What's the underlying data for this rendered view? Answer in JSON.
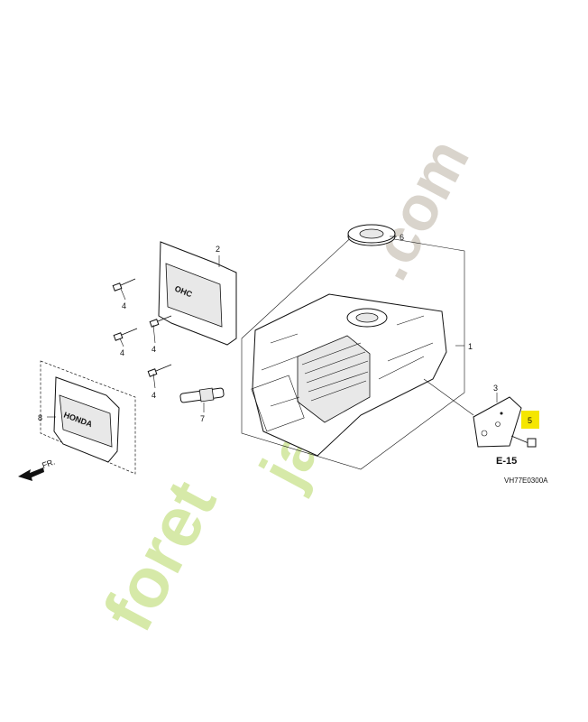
{
  "callouts": {
    "c1": "1",
    "c2": "2",
    "c3": "3",
    "c4a": "4",
    "c4b": "4",
    "c4c": "4",
    "c4d": "4",
    "c5": "5",
    "c6": "6",
    "c7": "7",
    "c8": "8"
  },
  "labels": {
    "ohc": "OHC",
    "honda": "HONDA",
    "front": "FR.",
    "ref": "E-15",
    "diagram_code": "VH77E0300A"
  },
  "watermark": {
    "part1": "foret",
    "part2": "jardin",
    "part3": ".com",
    "colors": {
      "green": "#d6e9a8",
      "orange": "#f3cf92",
      "gray": "#d9d4cc"
    }
  },
  "colors": {
    "highlight": "#f5e600",
    "line": "#111111"
  }
}
